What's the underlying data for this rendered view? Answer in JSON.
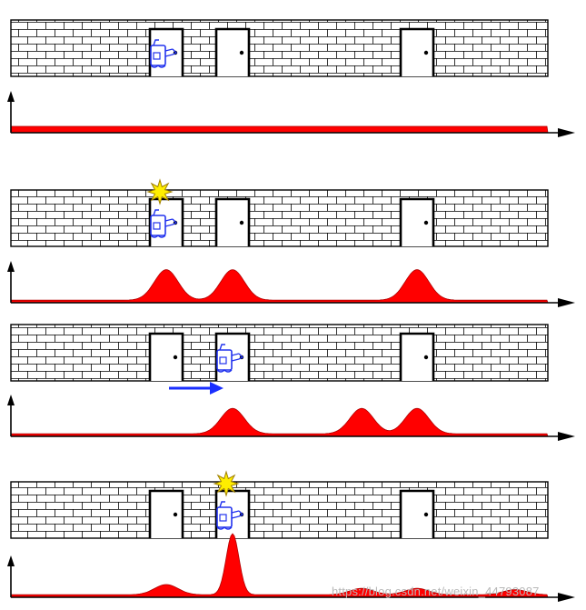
{
  "watermark": "https://blog.csdn.net/weixin_44793087",
  "colors": {
    "curve_fill": "#ff0000",
    "curve_stroke": "#b00000",
    "robot": "#2233ee",
    "flash_fill": "#ffee00",
    "flash_stroke": "#a08000",
    "motion_arrow": "#1a2fff",
    "brick_line": "#000000"
  },
  "scenes": [
    {
      "id": "initial-uniform-belief",
      "robot_at_door": 1,
      "door_sensed": false,
      "moving_right": false,
      "belief": {
        "type": "uniform",
        "level": 0.05
      }
    },
    {
      "id": "sense-door",
      "robot_at_door": 1,
      "door_sensed": true,
      "moving_right": false,
      "belief": {
        "type": "peaks",
        "peaks": [
          {
            "door": 1,
            "height": 0.24
          },
          {
            "door": 2,
            "height": 0.24
          },
          {
            "door": 3,
            "height": 0.24
          }
        ],
        "baseline": 0.02
      }
    },
    {
      "id": "move-right",
      "robot_at_door": 2,
      "door_sensed": false,
      "moving_right": true,
      "belief": {
        "type": "peaks",
        "peaks": [
          {
            "door": 2,
            "height": 0.2
          },
          {
            "door": 2.7,
            "height": 0.2
          },
          {
            "door": 5,
            "height": 0.2
          }
        ],
        "baseline": 0.02
      }
    },
    {
      "id": "sense-door-again",
      "robot_at_door": 2,
      "door_sensed": true,
      "moving_right": false,
      "belief": {
        "type": "peaks",
        "peaks": [
          {
            "door": 1,
            "height": 0.08
          },
          {
            "door": 2,
            "height": 0.48
          },
          {
            "door": 2.7,
            "height": 0.05
          },
          {
            "door": 3,
            "height": 0.05
          },
          {
            "door": 3.9,
            "height": 0.04
          }
        ],
        "baseline": 0.02
      }
    }
  ]
}
